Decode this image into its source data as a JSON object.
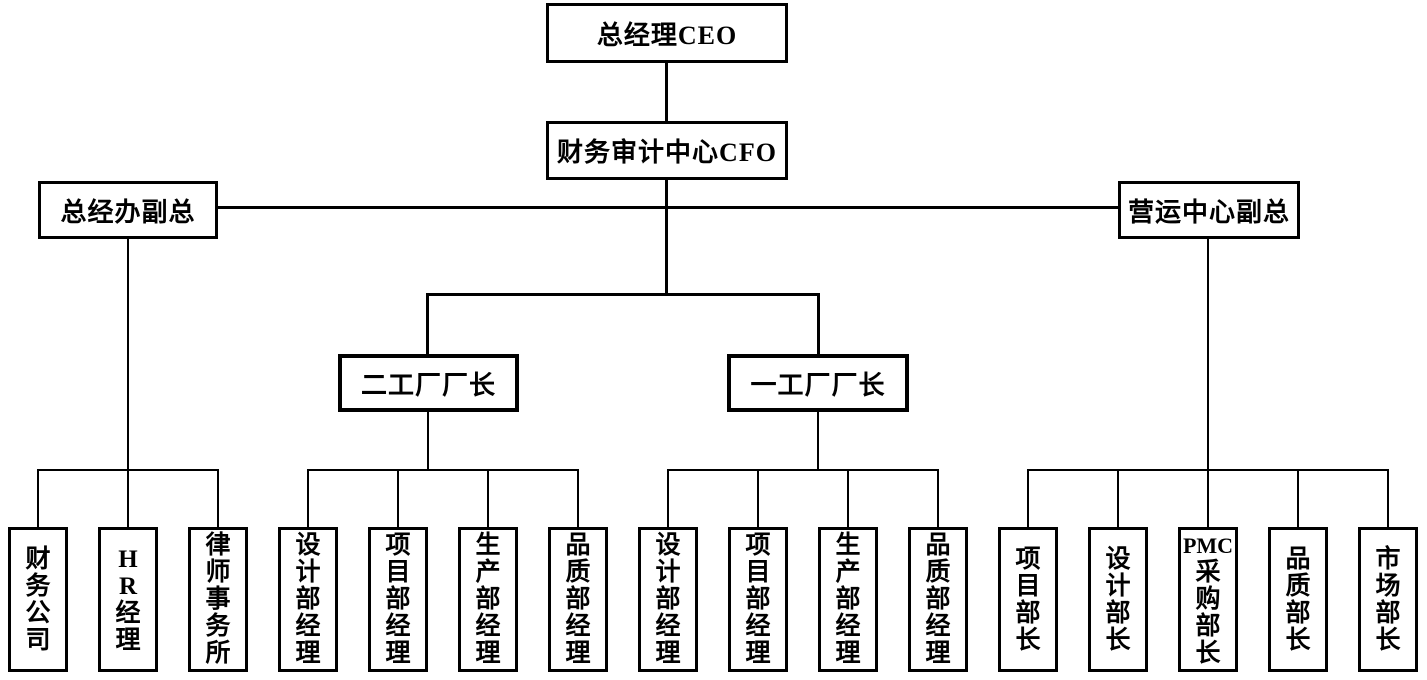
{
  "colors": {
    "background": "#ffffff",
    "box_border": "#000000",
    "text": "#000000",
    "connector": "#000000"
  },
  "nodes": {
    "ceo": {
      "label": "总经理CEO",
      "parent": null
    },
    "cfo": {
      "label": "财务审计中心CFO",
      "parent": "ceo"
    },
    "gm_office": {
      "label": "总经办副总",
      "parent": "cfo"
    },
    "ops_center": {
      "label": "营运中心副总",
      "parent": "cfo"
    },
    "factory2": {
      "label": "二工厂厂长",
      "parent": "cfo"
    },
    "factory1": {
      "label": "一工厂厂长",
      "parent": "cfo"
    },
    "finance_company": {
      "label": "财务公司",
      "lines": [
        "财",
        "务",
        "公",
        "司"
      ],
      "parent": "gm_office"
    },
    "hr_manager": {
      "label": "HR经理",
      "lines": [
        "H",
        "R",
        "经",
        "理"
      ],
      "parent": "gm_office"
    },
    "law_firm": {
      "label": "律师事务所",
      "lines": [
        "律",
        "师",
        "事",
        "务",
        "所"
      ],
      "parent": "gm_office"
    },
    "f2_design_manager": {
      "label": "设计部经理",
      "lines": [
        "设",
        "计",
        "部",
        "经",
        "理"
      ],
      "parent": "factory2"
    },
    "f2_project_manager": {
      "label": "项目部经理",
      "lines": [
        "项",
        "目",
        "部",
        "经",
        "理"
      ],
      "parent": "factory2"
    },
    "f2_production_manager": {
      "label": "生产部经理",
      "lines": [
        "生",
        "产",
        "部",
        "经",
        "理"
      ],
      "parent": "factory2"
    },
    "f2_quality_manager": {
      "label": "品质部经理",
      "lines": [
        "品",
        "质",
        "部",
        "经",
        "理"
      ],
      "parent": "factory2"
    },
    "f1_design_manager": {
      "label": "设计部经理",
      "lines": [
        "设",
        "计",
        "部",
        "经",
        "理"
      ],
      "parent": "factory1"
    },
    "f1_project_manager": {
      "label": "项目部经理",
      "lines": [
        "项",
        "目",
        "部",
        "经",
        "理"
      ],
      "parent": "factory1"
    },
    "f1_production_manager": {
      "label": "生产部经理",
      "lines": [
        "生",
        "产",
        "部",
        "经",
        "理"
      ],
      "parent": "factory1"
    },
    "f1_quality_manager": {
      "label": "品质部经理",
      "lines": [
        "品",
        "质",
        "部",
        "经",
        "理"
      ],
      "parent": "factory1"
    },
    "ops_project_chief": {
      "label": "项目部长",
      "lines": [
        "项",
        "目",
        "部",
        "长"
      ],
      "parent": "ops_center"
    },
    "ops_design_chief": {
      "label": "设计部长",
      "lines": [
        "设",
        "计",
        "部",
        "长"
      ],
      "parent": "ops_center"
    },
    "ops_pmc_chief": {
      "label": "PMC采购部长",
      "lines": [
        "PMC",
        "采",
        "购",
        "部",
        "长"
      ],
      "parent": "ops_center"
    },
    "ops_quality_chief": {
      "label": "品质部长",
      "lines": [
        "品",
        "质",
        "部",
        "长"
      ],
      "parent": "ops_center"
    },
    "ops_market_chief": {
      "label": "市场部长",
      "lines": [
        "市",
        "场",
        "部",
        "长"
      ],
      "parent": "ops_center"
    }
  }
}
